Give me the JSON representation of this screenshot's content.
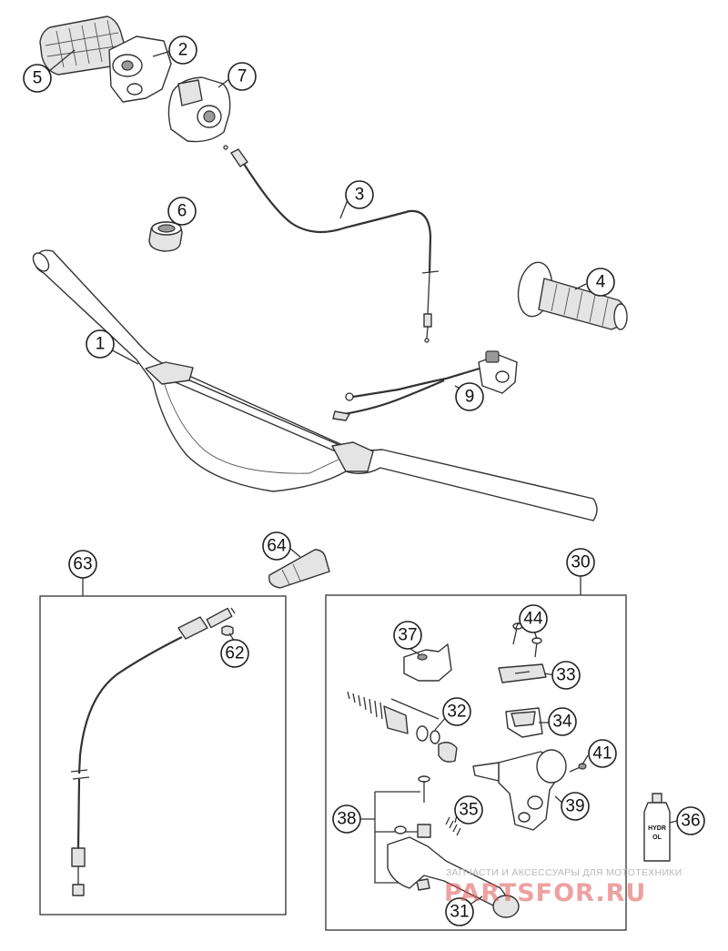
{
  "callouts": [
    {
      "id": "1",
      "label": "1"
    },
    {
      "id": "2",
      "label": "2"
    },
    {
      "id": "3",
      "label": "3"
    },
    {
      "id": "4",
      "label": "4"
    },
    {
      "id": "5",
      "label": "5"
    },
    {
      "id": "6",
      "label": "6"
    },
    {
      "id": "7",
      "label": "7"
    },
    {
      "id": "9",
      "label": "9"
    },
    {
      "id": "30",
      "label": "30"
    },
    {
      "id": "31",
      "label": "31"
    },
    {
      "id": "32",
      "label": "32"
    },
    {
      "id": "33",
      "label": "33"
    },
    {
      "id": "34",
      "label": "34"
    },
    {
      "id": "35",
      "label": "35"
    },
    {
      "id": "36",
      "label": "36"
    },
    {
      "id": "37",
      "label": "37"
    },
    {
      "id": "38",
      "label": "38"
    },
    {
      "id": "39",
      "label": "39"
    },
    {
      "id": "41",
      "label": "41"
    },
    {
      "id": "44",
      "label": "44"
    },
    {
      "id": "62",
      "label": "62"
    },
    {
      "id": "63",
      "label": "63"
    },
    {
      "id": "64",
      "label": "64"
    }
  ],
  "oil_bottle": {
    "line1": "HYDR",
    "line2": "OL"
  },
  "watermark": {
    "top_text": "ЗАПЧАСТИ И АКСЕССУАРЫ ДЛЯ МОТОТЕХНИКИ",
    "main_text": "PARTSFOR.RU"
  },
  "colors": {
    "line": "#333333",
    "watermark": "#e05555"
  }
}
